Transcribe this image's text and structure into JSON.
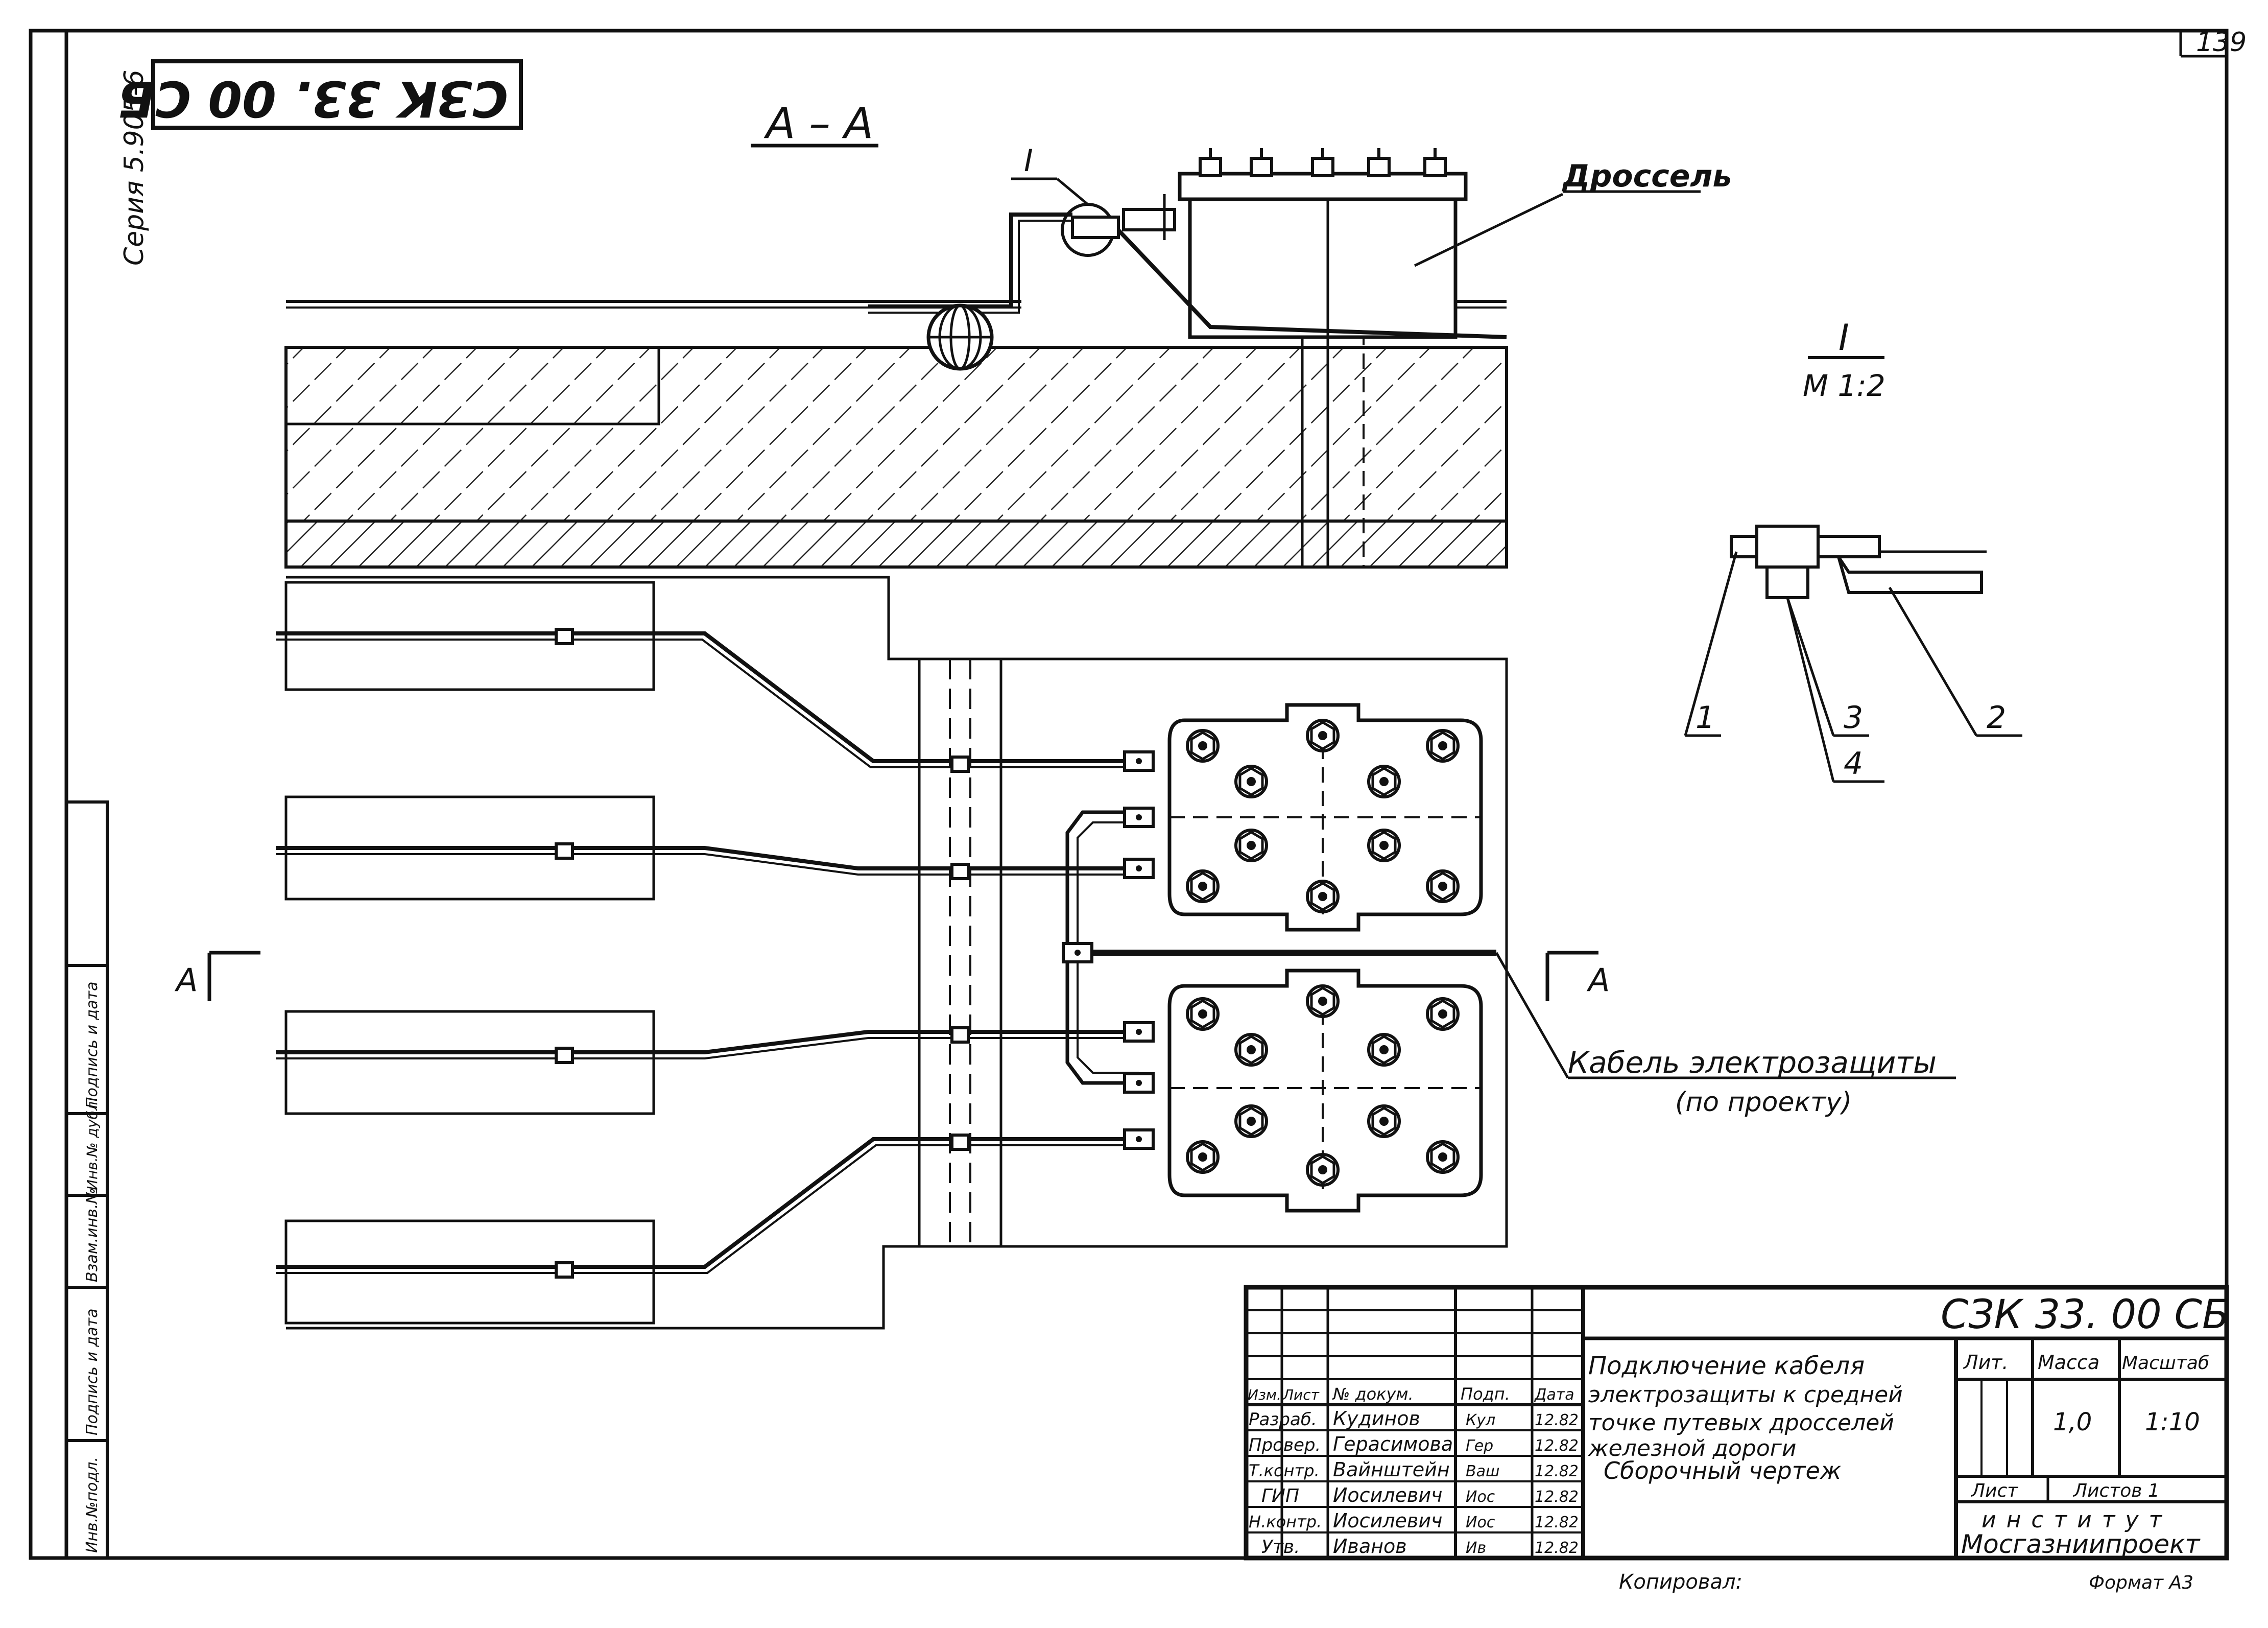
{
  "page_number": "139",
  "series": "Серия 5.905-6",
  "stamp_code_rotated": "СЗК 33. 00 СБ",
  "section_title": "А – А",
  "detail_callout": "I",
  "detail_title": "I",
  "detail_scale": "М 1:2",
  "labels": {
    "choke": "Дроссель",
    "cable": "Кабель электрозащиты",
    "cable_sub": "(по проекту)",
    "section_mark_left": "А",
    "section_mark_right": "А"
  },
  "detail_positions": [
    "1",
    "3",
    "4",
    "2"
  ],
  "left_strip": [
    "Инв.№подл.",
    "Подпись и дата",
    "Взам.инв.№",
    "Инв.№ дубл.",
    "Подпись и дата"
  ],
  "title_block": {
    "designation": "СЗК 33. 00 СБ",
    "name_lines": [
      "Подключение кабеля",
      "электрозащиты к средней",
      "точке путевых дросселей",
      "железной дороги",
      "Сборочный чертеж"
    ],
    "header": [
      "Изм.",
      "Лист",
      "№ докум.",
      "Подп.",
      "Дата"
    ],
    "rows": [
      {
        "role": "Разраб.",
        "name": "Кудинов",
        "sign": "Кул",
        "date": "12.82"
      },
      {
        "role": "Провер.",
        "name": "Герасимова",
        "sign": "Гер",
        "date": "12.82"
      },
      {
        "role": "Т.контр.",
        "name": "Вайнштейн",
        "sign": "Ваш",
        "date": "12.82"
      },
      {
        "role": "ГИП",
        "name": "Иосилевич",
        "sign": "Иос",
        "date": "12.82"
      },
      {
        "role": "Н.контр.",
        "name": "Иосилевич",
        "sign": "Иос",
        "date": "12.82"
      },
      {
        "role": "Утв.",
        "name": "Иванов",
        "sign": "Ив",
        "date": "12.82"
      }
    ],
    "lit_label": "Лит.",
    "mass_label": "Масса",
    "scale_label": "Масштаб",
    "mass": "1,0",
    "scale": "1:10",
    "sheet_label": "Лист",
    "sheets_label": "Листов 1",
    "institute_line1": "институт",
    "institute_line2": "Мосгазниипроект"
  },
  "copied": "Копировал:",
  "format": "Формат А3"
}
